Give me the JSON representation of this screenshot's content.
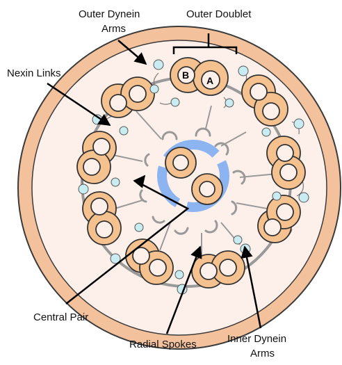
{
  "labels": {
    "outer_dynein_line1": "Outer Dynein",
    "outer_dynein_line2": "Arms",
    "outer_doublet": "Outer Doublet",
    "nexin_links": "Nexin Links",
    "central_pair": "Central Pair",
    "radial_spokes": "Radial Spokes",
    "inner_dynein_line1": "Inner Dynein",
    "inner_dynein_line2": "Arms",
    "tubule_b": "B",
    "tubule_a": "A"
  },
  "colors": {
    "membrane": "#f3c29c",
    "cytoplasm": "#fdf0ea",
    "tubule": "#f5c18f",
    "outline": "#333333",
    "central_sheath": "#8cb4f0",
    "dynein": "#c8ecf2",
    "spoke": "#999999"
  }
}
